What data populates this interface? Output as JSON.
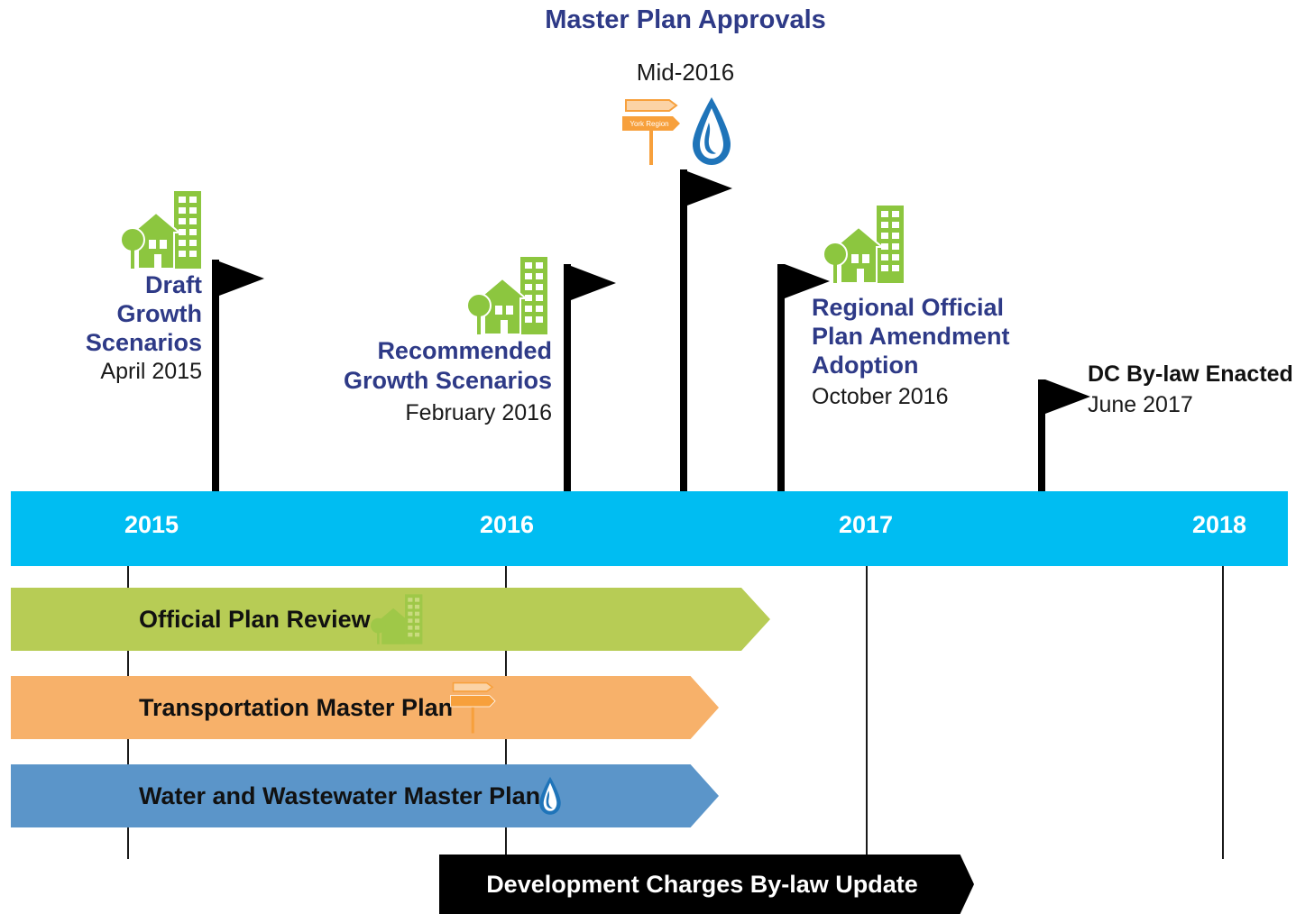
{
  "title": "Master Plan Approvals",
  "timeline": {
    "years": [
      "2015",
      "2016",
      "2017",
      "2018"
    ]
  },
  "milestones": [
    {
      "title_lines": [
        "Draft",
        "Growth Scenarios"
      ],
      "date": "April 2015"
    },
    {
      "title_lines": [
        "Recommended",
        "Growth Scenarios"
      ],
      "date": "February 2016"
    },
    {
      "title_lines": [],
      "date": "Mid-2016"
    },
    {
      "title_lines": [
        "Regional Official",
        "Plan Amendment",
        "Adoption"
      ],
      "date": "October 2016"
    },
    {
      "title_lines": [
        "DC By-law Enacted"
      ],
      "date": "June 2017"
    }
  ],
  "sign_text": "York Region",
  "bars": [
    {
      "label": "Official Plan Review",
      "color": "#b7cc55",
      "icon": "building-icon"
    },
    {
      "label": "Transportation Master Plan",
      "color": "#f7b16a",
      "icon": "signpost-icon"
    },
    {
      "label": "Water and Wastewater Master Plan",
      "color": "#5b95c9",
      "icon": "water-drop-icon"
    },
    {
      "label": "Development Charges By-law Update",
      "color": "#000000",
      "icon": ""
    }
  ],
  "colors": {
    "timeline_band": "#00bdf2",
    "heading_blue": "#2e3a87",
    "growth_green": "#8cc63f",
    "sign_orange": "#f7a03c",
    "water_blue": "#1f74b9"
  }
}
